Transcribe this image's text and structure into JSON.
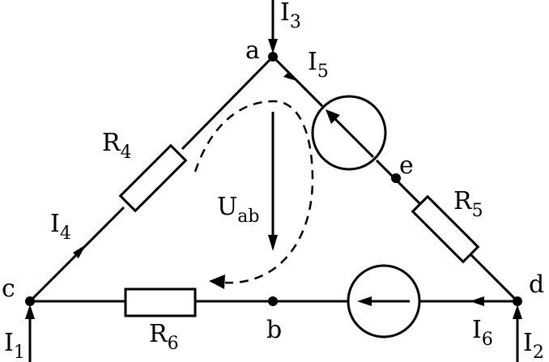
{
  "labels": {
    "I1": {
      "main": "I",
      "sub": "1"
    },
    "I2": {
      "main": "I",
      "sub": "2"
    },
    "I3": {
      "main": "I",
      "sub": "3"
    },
    "I4": {
      "main": "I",
      "sub": "4"
    },
    "I5": {
      "main": "I",
      "sub": "5"
    },
    "I6": {
      "main": "I",
      "sub": "6"
    },
    "R4": {
      "main": "R",
      "sub": "4"
    },
    "R5": {
      "main": "R",
      "sub": "5"
    },
    "R6": {
      "main": "R",
      "sub": "6"
    },
    "Uab": {
      "main": "U",
      "sub": "ab"
    }
  },
  "nodes": {
    "a": "a",
    "b": "b",
    "c": "c",
    "d": "d",
    "e": "e"
  }
}
